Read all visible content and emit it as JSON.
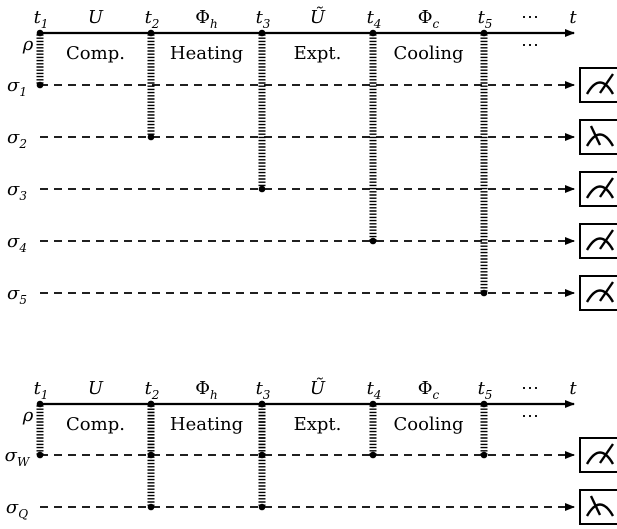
{
  "diagrams": [
    {
      "name": "individual-ancilla-protocol",
      "state": "ρ",
      "time_label": "t",
      "ellipsis": "⋯",
      "time_points": [
        "1",
        "2",
        "3",
        "4",
        "5"
      ],
      "operations": [
        "U",
        "Φ",
        "Ũ",
        "Φ"
      ],
      "operation_subscripts": [
        "",
        "h",
        "",
        "c"
      ],
      "stages": [
        "Comp.",
        "Heating",
        "Expt.",
        "Cooling"
      ],
      "ancillas": [
        {
          "symbol": "σ",
          "sub": "1",
          "coupled_at": [
            1
          ]
        },
        {
          "symbol": "σ",
          "sub": "2",
          "coupled_at": [
            2
          ]
        },
        {
          "symbol": "σ",
          "sub": "3",
          "coupled_at": [
            3
          ]
        },
        {
          "symbol": "σ",
          "sub": "4",
          "coupled_at": [
            4
          ]
        },
        {
          "symbol": "σ",
          "sub": "5",
          "coupled_at": [
            5
          ]
        }
      ]
    },
    {
      "name": "collective-ancilla-protocol",
      "state": "ρ",
      "time_label": "t",
      "ellipsis": "⋯",
      "time_points": [
        "1",
        "2",
        "3",
        "4",
        "5"
      ],
      "operations": [
        "U",
        "Φ",
        "Ũ",
        "Φ"
      ],
      "operation_subscripts": [
        "",
        "h",
        "",
        "c"
      ],
      "stages": [
        "Comp.",
        "Heating",
        "Expt.",
        "Cooling"
      ],
      "ancillas": [
        {
          "symbol": "σ",
          "sub": "W",
          "coupled_at": [
            1,
            2,
            3,
            4,
            5
          ]
        },
        {
          "symbol": "σ",
          "sub": "Q",
          "coupled_at": [
            2,
            3
          ]
        }
      ]
    }
  ],
  "meter_icon": "measurement-meter-icon"
}
